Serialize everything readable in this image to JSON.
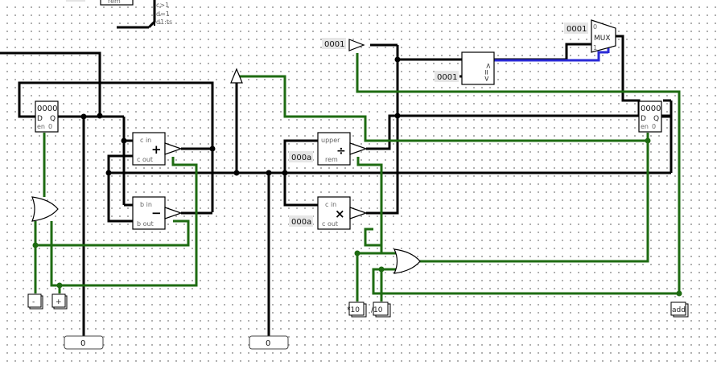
{
  "constants": {
    "c1": "0001",
    "c2": "0001",
    "c3": "0001",
    "c4": "000a",
    "c5": "000a"
  },
  "registers": {
    "left": {
      "value": "0000",
      "d": "D",
      "q": "Q",
      "en": "en",
      "zero": "0"
    },
    "right": {
      "value": "0000",
      "d": "D",
      "q": "Q",
      "en": "en",
      "zero": "0"
    }
  },
  "adder": {
    "cin": "c in",
    "cout": "c out",
    "op": "+"
  },
  "subtractor": {
    "bin": "b in",
    "bout": "b out",
    "op": "−"
  },
  "divider": {
    "upper": "upper",
    "rem": "rem",
    "op": "÷"
  },
  "multiplier": {
    "cin": "c in",
    "cout": "c out",
    "op": "×"
  },
  "comparator": {
    "lt": "<",
    "eq": "=",
    "gt": ">"
  },
  "mux": {
    "label": "MUX",
    "sel0": "0",
    "sel1": "1"
  },
  "top_partial": {
    "rem": "rem",
    "p1": "c>1",
    "p2": "d=1",
    "p3": "d1:ts"
  },
  "buttons": {
    "minus": "-",
    "plus": "+",
    "times10": "*10",
    "div10": "/10",
    "add": "add"
  },
  "outputs": {
    "left": "0",
    "right": "0"
  },
  "colors": {
    "wire": "#000000",
    "signal": "#1e6b12",
    "bus": "#2a2ad6"
  }
}
